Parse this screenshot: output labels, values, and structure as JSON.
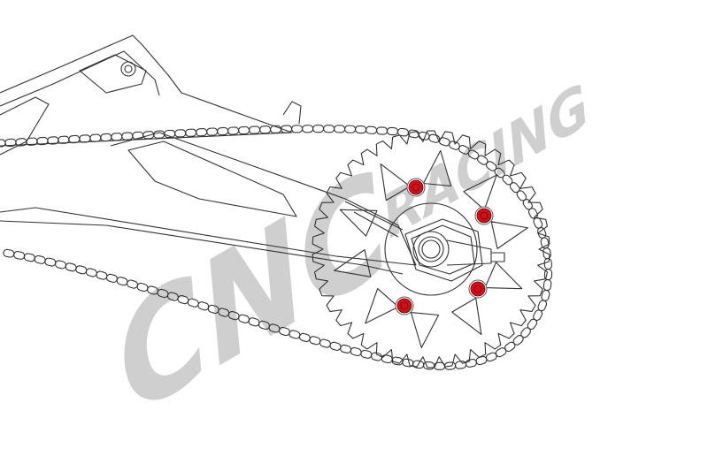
{
  "watermark": {
    "brand": "CNC",
    "sub": "RACING",
    "color": "#cfcfcf"
  },
  "colors": {
    "bolt": "#d0101a",
    "line": "#333333",
    "background": "#ffffff"
  },
  "parts": {
    "sprocket_bolts": 4,
    "sprocket_teeth": 42
  }
}
